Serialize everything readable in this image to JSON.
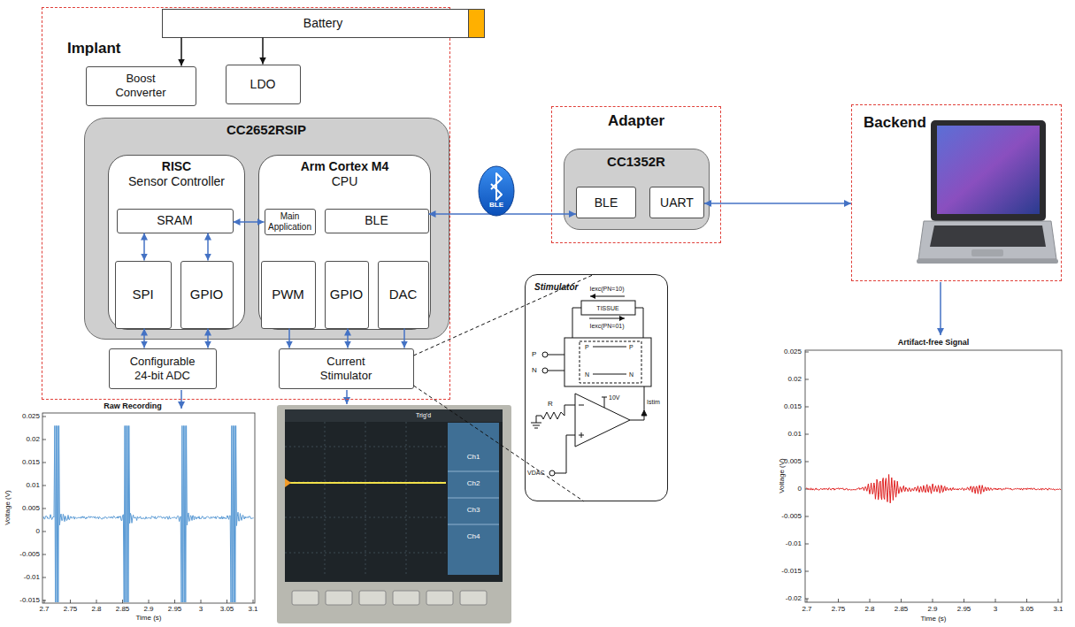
{
  "diagram": {
    "nodes": [
      {
        "text": [
          "Implant"
        ]
      },
      {
        "text": [
          "Battery"
        ],
        "in": 0
      },
      {
        "text": [
          "Boost Converter"
        ],
        "in": 0
      },
      {
        "text": [
          "LDO"
        ],
        "in": 0
      },
      {
        "text": [
          "CC2652RSIP"
        ],
        "in": 0
      },
      {
        "text": [
          "RISC",
          "Sensor Controller"
        ],
        "in": 4
      },
      {
        "text": [
          "SRAM"
        ],
        "in": 5
      },
      {
        "text": [
          "SPI"
        ],
        "in": 5
      },
      {
        "text": [
          "GPIO"
        ],
        "in": 5
      },
      {
        "text": [
          "Arm Cortex M4",
          "CPU"
        ],
        "in": 4
      },
      {
        "text": [
          "Main Application"
        ],
        "in": 9
      },
      {
        "text": [
          "BLE"
        ],
        "in": 9
      },
      {
        "text": [
          "PWM"
        ],
        "in": 9
      },
      {
        "text": [
          "GPIO"
        ],
        "in": 9
      },
      {
        "text": [
          "DAC"
        ],
        "in": 9
      },
      {
        "text": [
          "Configurable 24-bit ADC"
        ],
        "in": 0
      },
      {
        "text": [
          "Current Stimulator"
        ],
        "in": 0
      },
      {
        "text": [
          "Adapter"
        ]
      },
      {
        "text": [
          "CC1352R"
        ],
        "in": 17
      },
      {
        "text": [
          "BLE"
        ],
        "in": 18
      },
      {
        "text": [
          "UART"
        ],
        "in": 18
      },
      {
        "text": [
          "Backend"
        ]
      },
      {
        "text": [
          "Stimulator"
        ]
      }
    ],
    "edges": [
      {
        "from": 1,
        "to": 2,
        "arrow": "to"
      },
      {
        "from": 1,
        "to": 3,
        "arrow": "to"
      },
      {
        "from": 6,
        "to": 7,
        "arrow": "both"
      },
      {
        "from": 6,
        "to": 8,
        "arrow": "both"
      },
      {
        "from": 6,
        "to": 10,
        "arrow": "both"
      },
      {
        "from": 7,
        "to": 15,
        "arrow": "both"
      },
      {
        "from": 8,
        "to": 15,
        "arrow": "both"
      },
      {
        "from": 12,
        "to": 16,
        "arrow": "to"
      },
      {
        "from": 13,
        "to": 16,
        "arrow": "both"
      },
      {
        "from": 14,
        "to": 16,
        "arrow": "to"
      },
      {
        "from": 11,
        "to": 19,
        "arrow": "both"
      },
      {
        "from": 20,
        "to": 21,
        "arrow": "both"
      },
      {
        "from": 16,
        "to": 22,
        "arrow": "none"
      },
      {
        "from": 16,
        "to": 22,
        "arrow": "none"
      }
    ],
    "labels": [
      "BLE",
      "Iexc(PN=10)",
      "TISSUE",
      "Iexc(PN=01)",
      "P",
      "N",
      "P",
      "P",
      "N",
      "N",
      "10V",
      "R",
      "Istim",
      "VDAC",
      "Raw Recording",
      "Voltage (V)",
      "Time (s)",
      "0.025",
      "0.02",
      "0.015",
      "0.01",
      "0.005",
      "0",
      "-0.005",
      "-0.01",
      "-0.015",
      "2.7",
      "2.75",
      "2.8",
      "2.85",
      "2.9",
      "2.95",
      "3",
      "3.05",
      "3.1",
      "Artifact-free Signal",
      "Voltage (V)",
      "Time (s)",
      "0.025",
      "0.02",
      "0.015",
      "0.01",
      "0.005",
      "0",
      "-0.005",
      "-0.01",
      "-0.015",
      "-0.02",
      "2.7",
      "2.75",
      "2.8",
      "2.85",
      "2.9",
      "2.95",
      "3",
      "3.05",
      "3.1",
      "Trig'd",
      "Ch1",
      "Ch2",
      "Ch3",
      "Ch4"
    ]
  }
}
